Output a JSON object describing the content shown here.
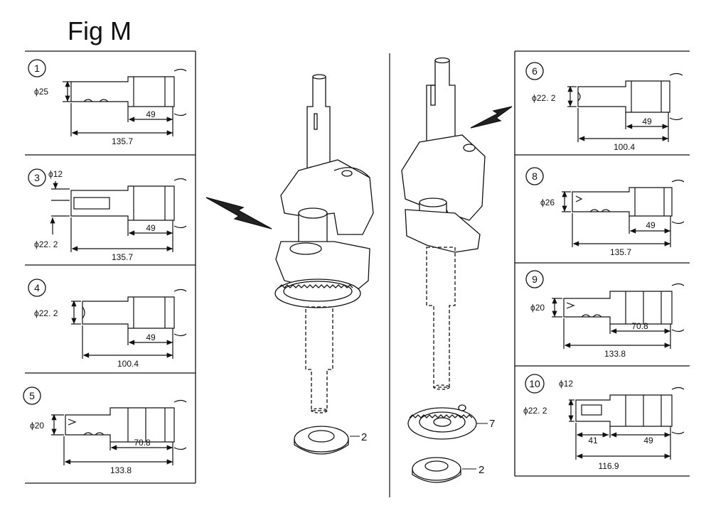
{
  "figure": {
    "title": "Fig M"
  },
  "panels": [
    {
      "number": "1",
      "diameter": "ϕ25",
      "dim_a": "49",
      "dim_total": "135.7"
    },
    {
      "number": "3",
      "diameter_top": "ϕ12",
      "diameter": "ϕ22. 2",
      "dim_a": "49",
      "dim_total": "135.7"
    },
    {
      "number": "4",
      "diameter": "ϕ22. 2",
      "dim_a": "49",
      "dim_total": "100.4"
    },
    {
      "number": "5",
      "diameter": "ϕ20",
      "dim_a": "70.8",
      "dim_total": "133.8"
    },
    {
      "number": "6",
      "diameter": "ϕ22. 2",
      "dim_a": "49",
      "dim_total": "100.4"
    },
    {
      "number": "8",
      "diameter": "ϕ26",
      "dim_a": "49",
      "dim_total": "135.7"
    },
    {
      "number": "9",
      "diameter": "ϕ20",
      "dim_a": "70.8",
      "dim_total": "133.8"
    },
    {
      "number": "10",
      "diameter_top": "ϕ12",
      "diameter": "ϕ22. 2",
      "dim_b": "41",
      "dim_a": "49",
      "dim_total": "116.9"
    }
  ],
  "callouts": {
    "washer_left": "2",
    "washer_right": "2",
    "gear_right": "7"
  }
}
